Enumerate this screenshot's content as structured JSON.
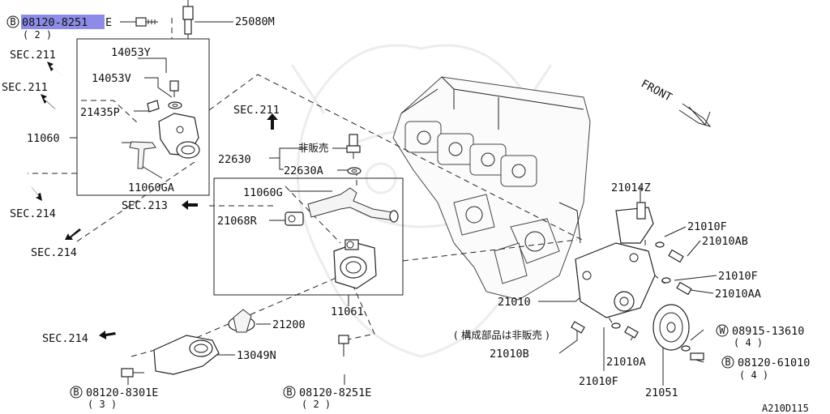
{
  "labels": {
    "bolt_top_code": "08120-8251",
    "bolt_top_suffix": "E",
    "bolt_top_qty": "( 2 )",
    "p25080M": "25080M",
    "sec211_a": "SEC.211",
    "sec211_b": "SEC.211",
    "sec211_c": "SEC.211",
    "sec214_a": "SEC.214",
    "sec214_b": "SEC.214",
    "sec214_c": "SEC.214",
    "sec213": "SEC.213",
    "p14053Y": "14053Y",
    "p14053V": "14053V",
    "p21435P": "21435P",
    "p11060": "11060",
    "p11060GA": "11060GA",
    "p22630": "22630",
    "not_sold": "非販売",
    "p22630A": "22630A",
    "p11060G": "11060G",
    "p21068R": "21068R",
    "p11061": "11061",
    "p21200": "21200",
    "p13049N": "13049N",
    "bolt_bl_code": "08120-8301E",
    "bolt_bl_qty": "( 3 )",
    "bolt_bc_code": "08120-8251E",
    "bolt_bc_qty": "( 2 )",
    "front": "FRONT",
    "p21014Z": "21014Z",
    "p21010F_a": "21010F",
    "p21010AB": "21010AB",
    "p21010F_b": "21010F",
    "p21010AA": "21010AA",
    "p21010": "21010",
    "components_note": "( 構成部品は非販売 )",
    "p21010B": "21010B",
    "p21010A": "21010A",
    "p21010F_c": "21010F",
    "p21051": "21051",
    "washer_code": "08915-13610",
    "washer_qty": "( 4 )",
    "bolt_br_code": "08120-61010",
    "bolt_br_qty": "( 4 )",
    "figure_code": "A210D115"
  },
  "symbols": {
    "bolt_prefix": "B",
    "washer_prefix": "W"
  },
  "colors": {
    "highlight": "#8c8ce8",
    "ink": "#111111"
  }
}
